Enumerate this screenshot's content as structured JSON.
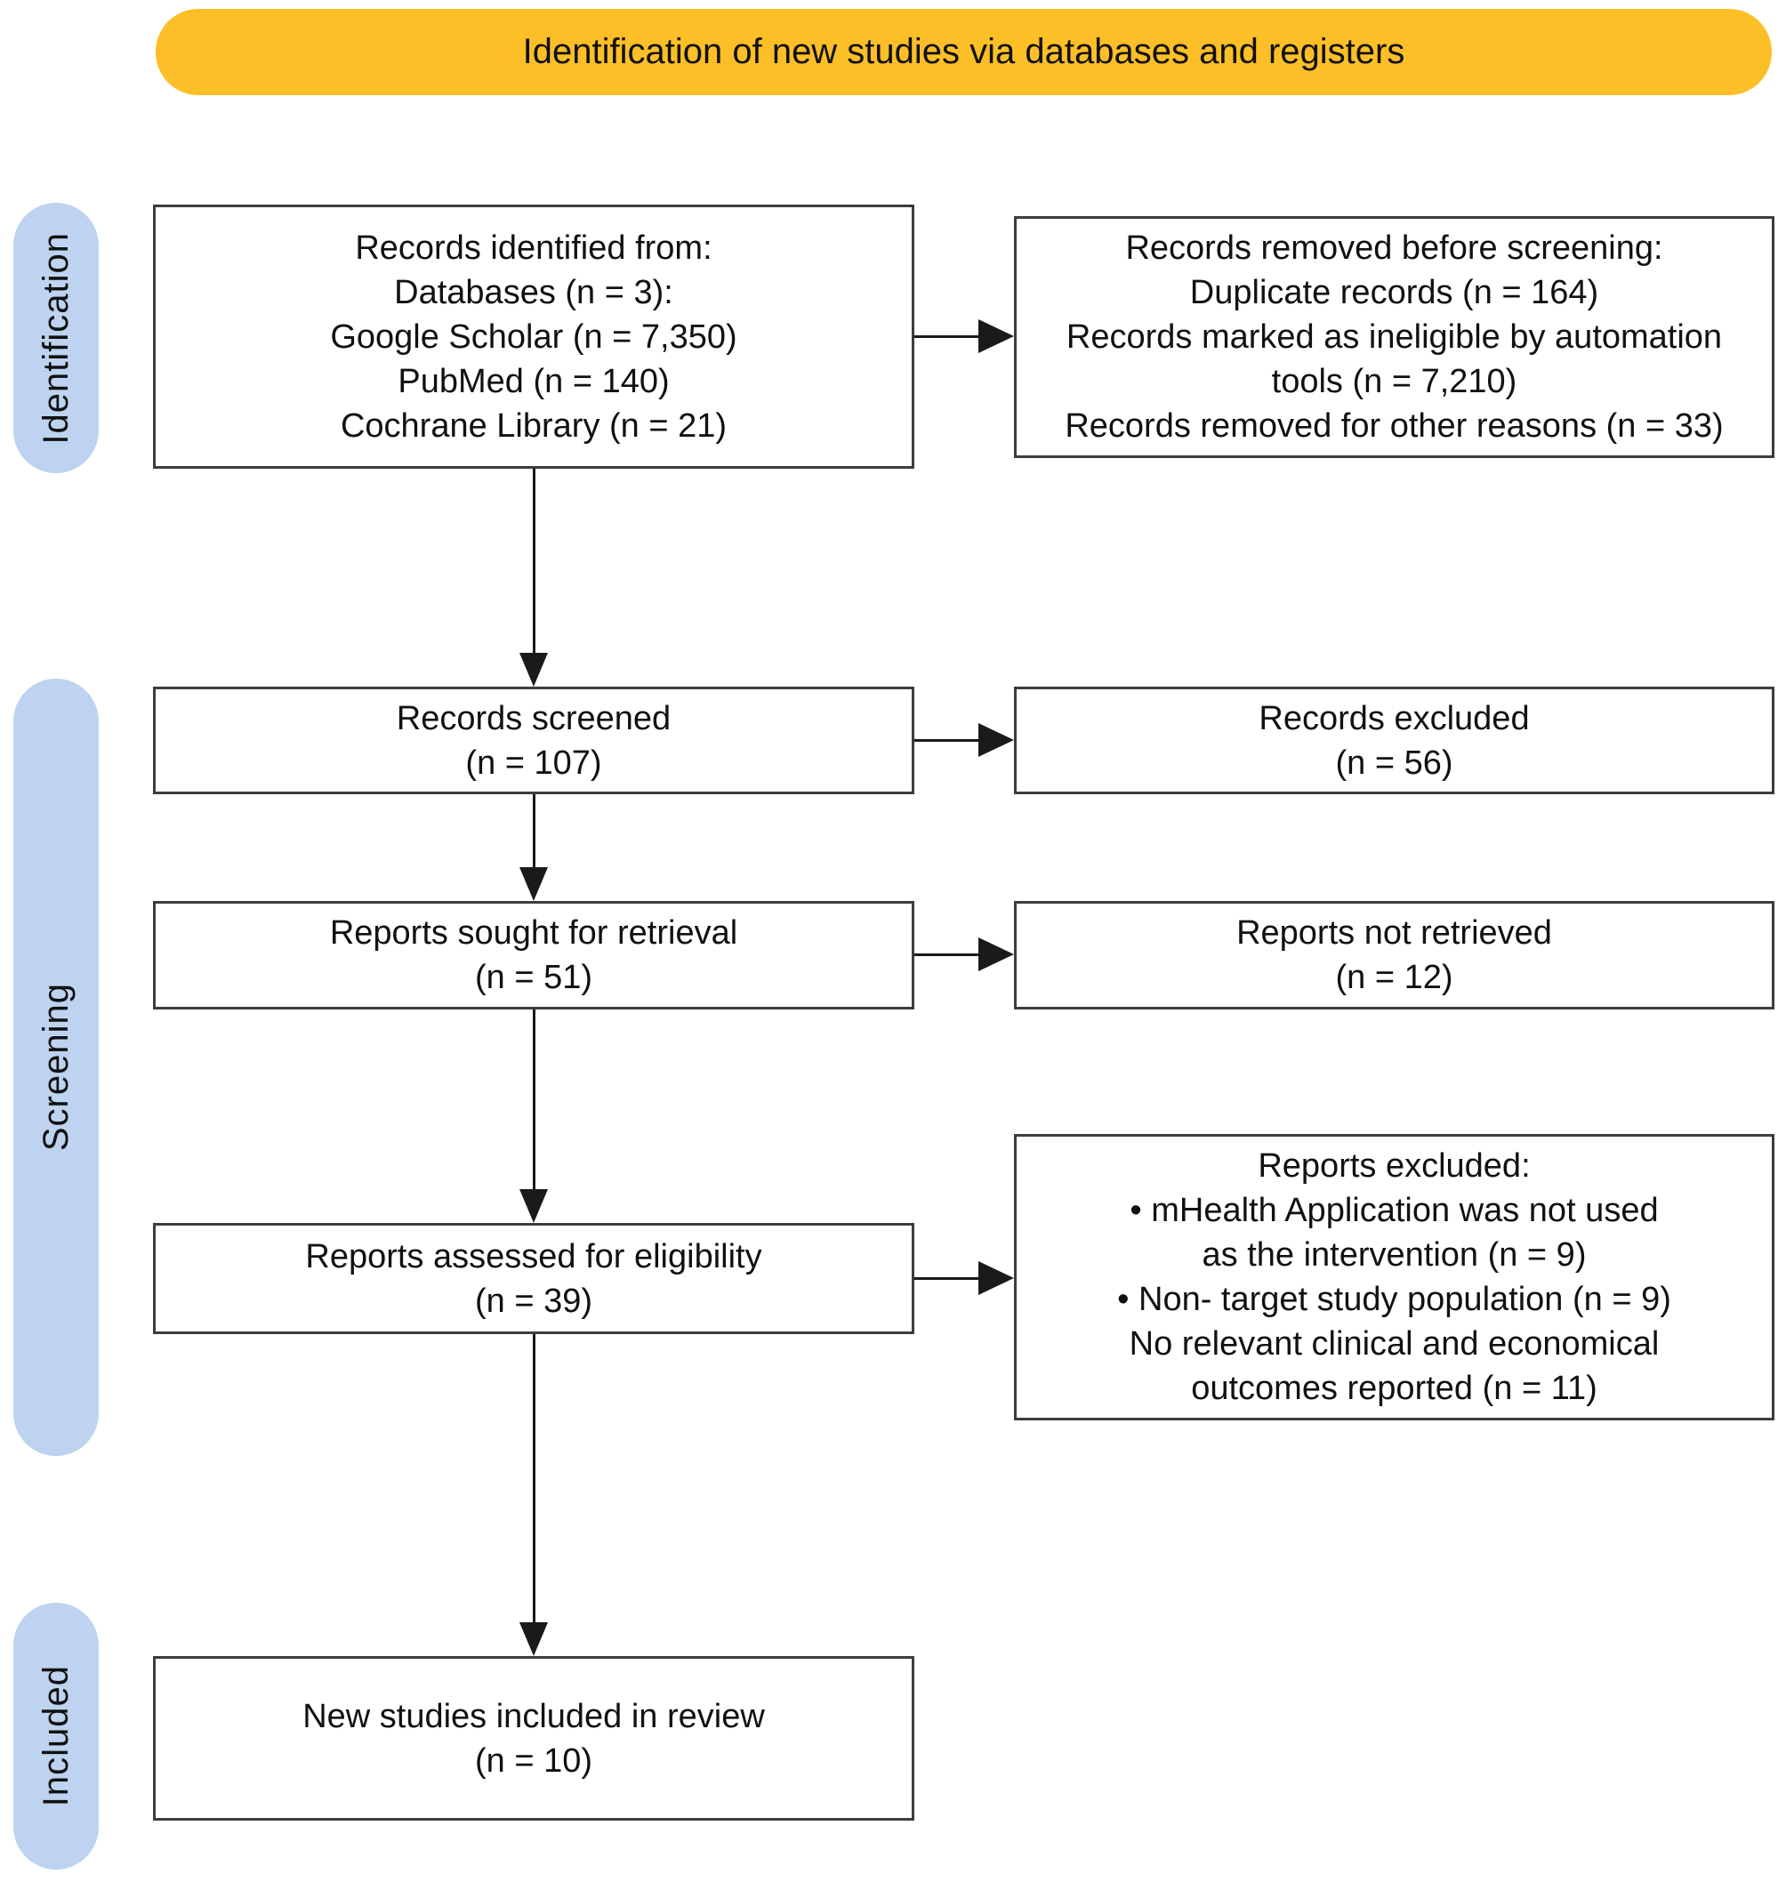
{
  "title_banner": {
    "label": "Identification of new studies via databases and registers"
  },
  "stage_labels": {
    "identification": "Identification",
    "screening": "Screening",
    "included": "Included"
  },
  "boxes": {
    "records_identified": {
      "lines": [
        "Records identified from:",
        "Databases (n = 3):",
        "Google Scholar (n = 7,350)",
        "PubMed (n = 140)",
        "Cochrane Library (n = 21)"
      ]
    },
    "records_removed": {
      "lines": [
        "Records removed before screening:",
        "Duplicate records (n = 164)",
        "Records marked as ineligible by automation",
        "tools (n = 7,210)",
        "Records removed for other reasons (n = 33)"
      ]
    },
    "records_screened": {
      "lines": [
        "Records screened",
        "(n = 107)"
      ]
    },
    "records_excluded": {
      "lines": [
        "Records excluded",
        "(n = 56)"
      ]
    },
    "reports_sought": {
      "lines": [
        "Reports sought for retrieval",
        "(n = 51)"
      ]
    },
    "reports_not_retrieved": {
      "lines": [
        "Reports not retrieved",
        "(n = 12)"
      ]
    },
    "reports_assessed": {
      "lines": [
        "Reports assessed for eligibility",
        "(n = 39)"
      ]
    },
    "reports_excluded": {
      "lines": [
        "Reports excluded:",
        "• mHealth Application was not used",
        "as the intervention (n = 9)",
        "• Non- target study population (n = 9)",
        "No relevant clinical and economical",
        "outcomes reported (n = 11)"
      ]
    },
    "new_studies_included": {
      "lines": [
        "New studies included in review",
        "(n = 10)"
      ]
    }
  },
  "colors": {
    "banner_fill": "#FDBF27",
    "stage_fill": "#BDD3EF",
    "box_border": "#3D3D3D",
    "arrow": "#1A1A1A",
    "text": "#111111"
  }
}
